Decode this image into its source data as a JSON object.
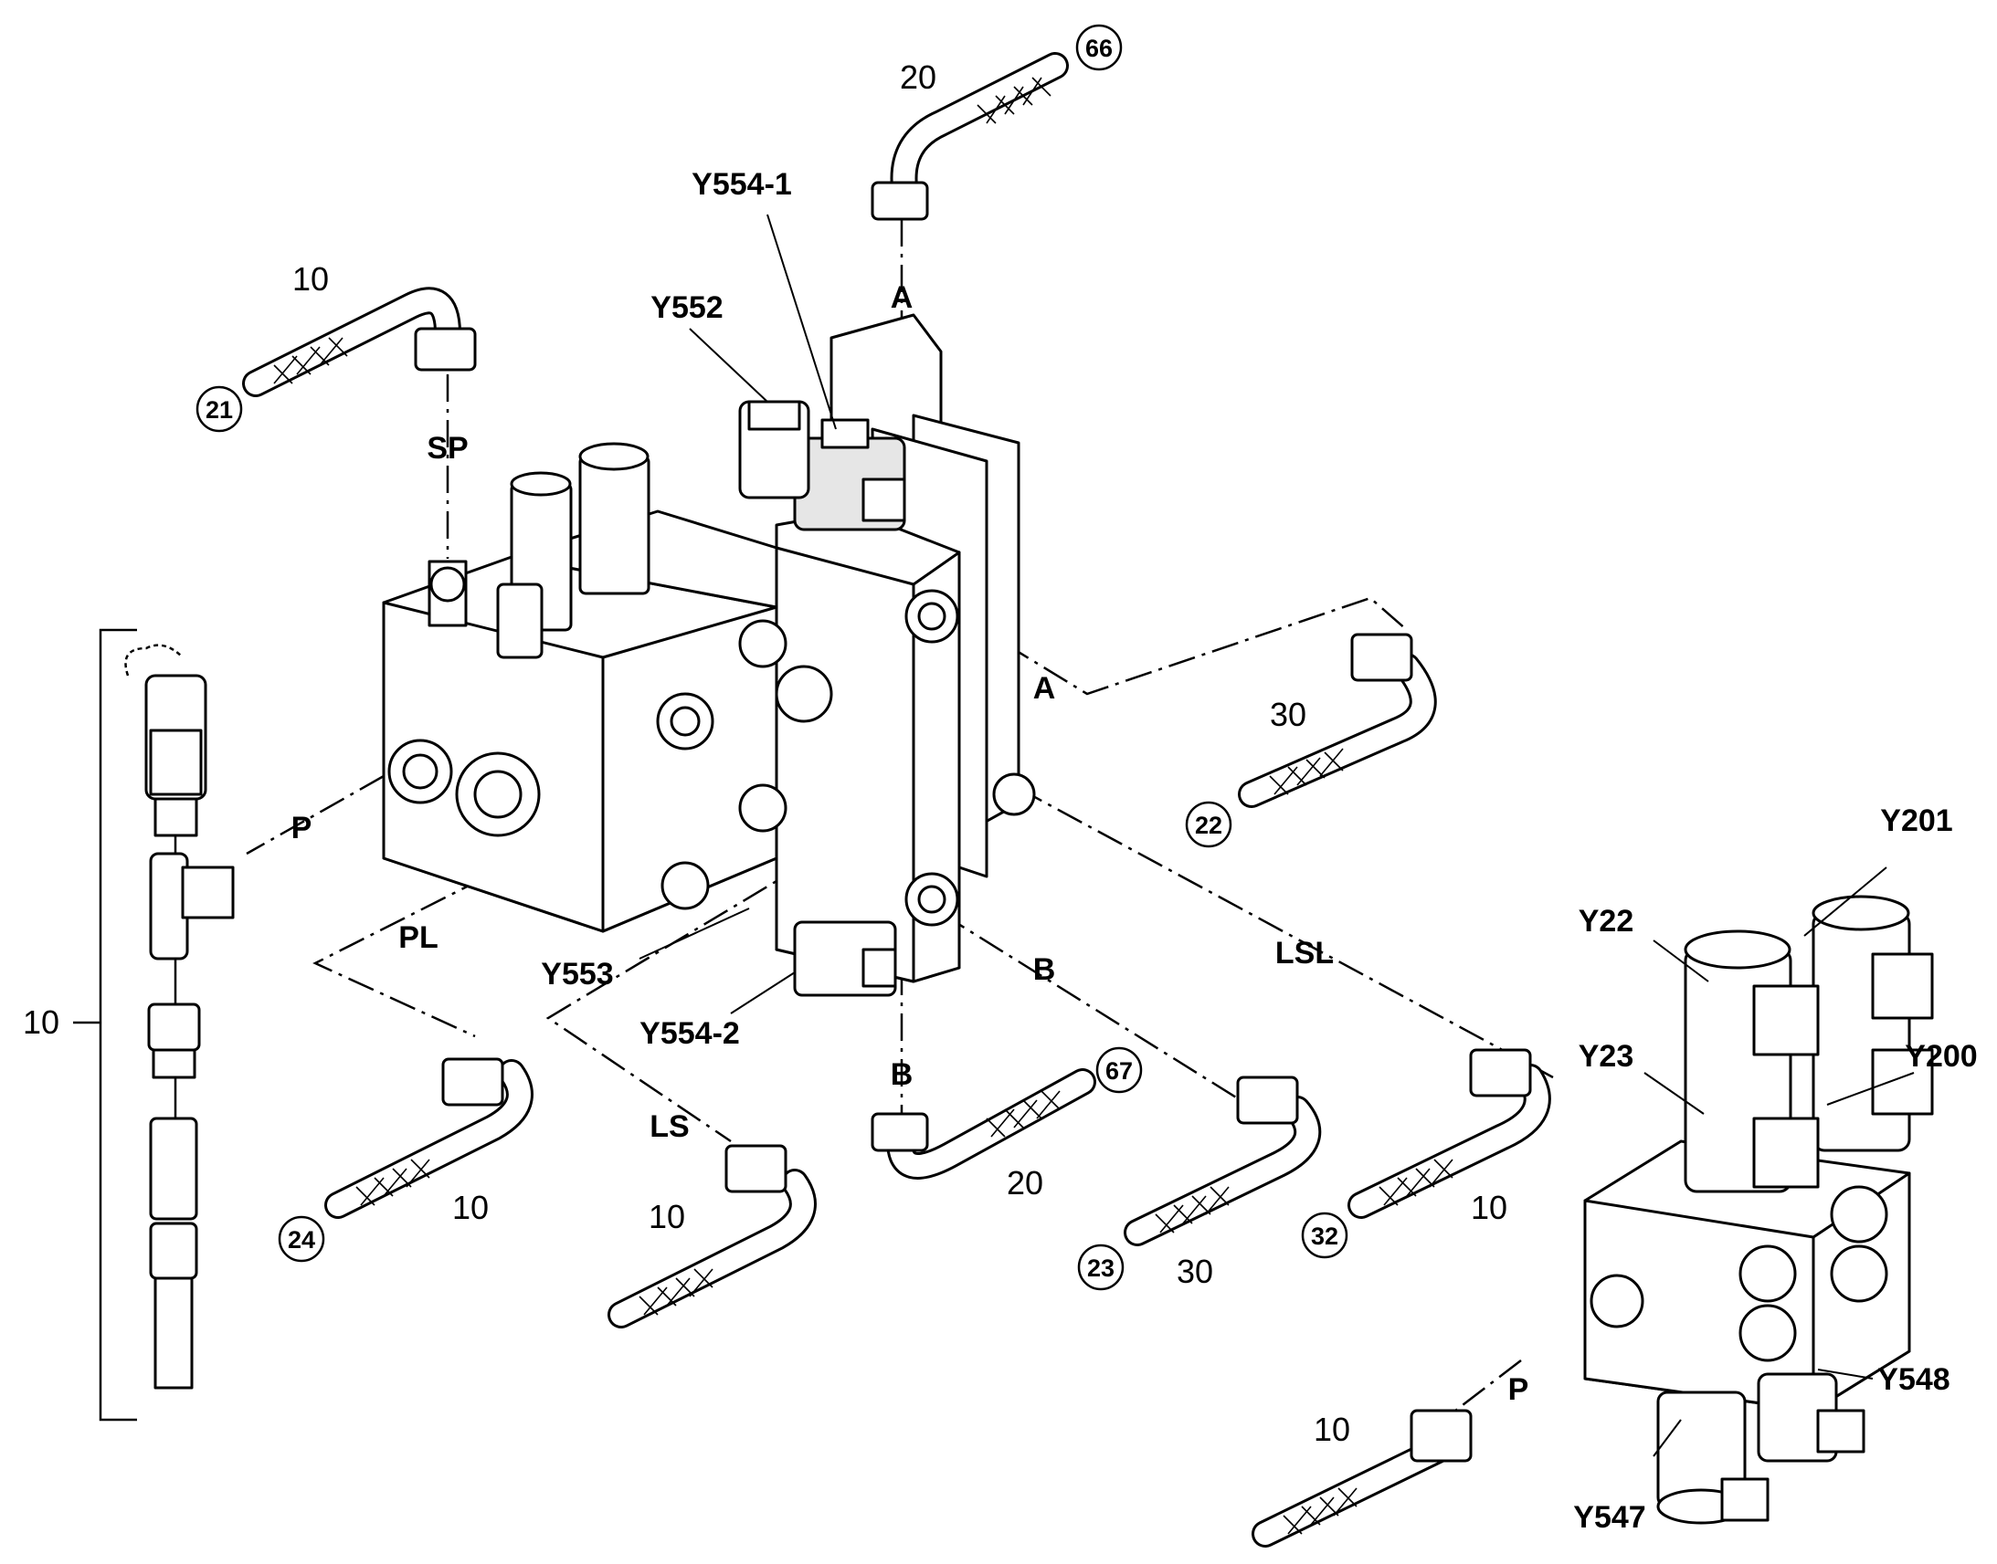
{
  "callouts": {
    "c66": "66",
    "c21": "21",
    "c22": "22",
    "c24": "24",
    "c23": "23",
    "c32": "32",
    "c67": "67"
  },
  "components": {
    "y554_1": "Y554-1",
    "y552": "Y552",
    "y553": "Y553",
    "y554_2": "Y554-2",
    "y201": "Y201",
    "y22": "Y22",
    "y200": "Y200",
    "y23": "Y23",
    "y548": "Y548",
    "y547": "Y547"
  },
  "ports": {
    "a_top": "A",
    "sp": "SP",
    "a_right": "A",
    "p_left": "P",
    "pl": "PL",
    "lsl": "LSL",
    "b_right": "B",
    "b_bottom": "B",
    "ls": "LS",
    "p_right": "P"
  },
  "quantities": {
    "q20_top": "20",
    "q10_topleft": "10",
    "q30_right": "30",
    "q10_kit": "10",
    "q10_24": "10",
    "q10_ls": "10",
    "q20_67": "20",
    "q30_23": "30",
    "q10_32": "10",
    "q10_p": "10"
  }
}
